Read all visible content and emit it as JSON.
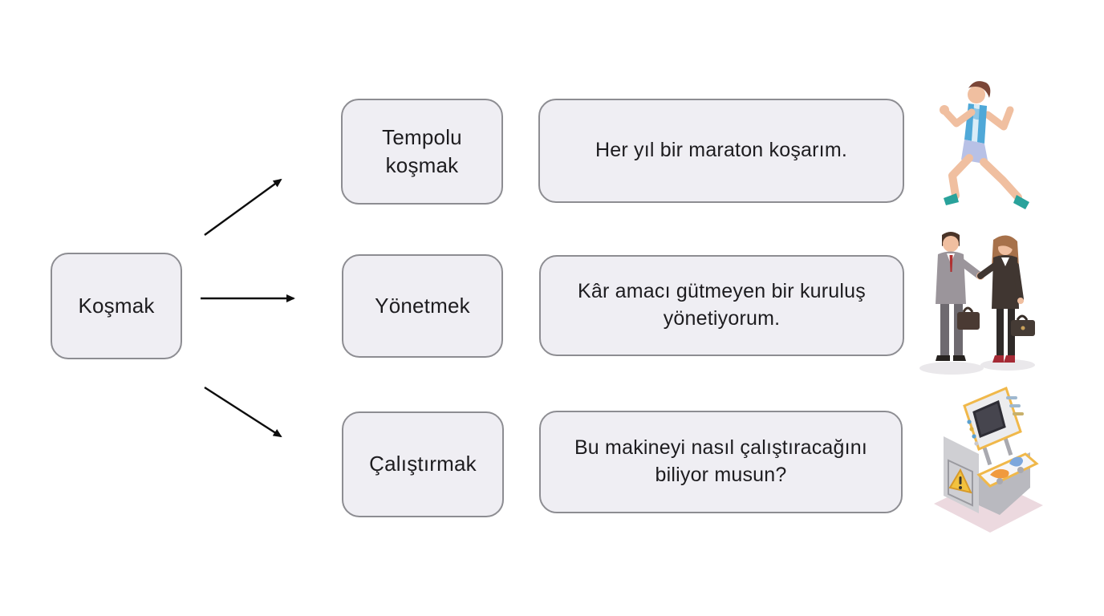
{
  "diagram": {
    "title_concept": "Koşmak verb meanings diagram",
    "root": {
      "label": "Koşmak"
    },
    "rows": [
      {
        "meaning": "Tempolu koşmak",
        "example": "Her yıl bir maraton koşarım.",
        "illustration": "runner-illustration"
      },
      {
        "meaning": "Yönetmek",
        "example": "Kâr amacı gütmeyen bir kuruluş yönetiyorum.",
        "illustration": "business-people-illustration"
      },
      {
        "meaning": "Çalıştırmak",
        "example": "Bu makineyi nasıl çalıştıracağını biliyor musun?",
        "illustration": "machine-illustration"
      }
    ],
    "colors": {
      "background": "#ffffff",
      "box_fill": "#efeef3",
      "box_border": "#8d8d92",
      "text": "#1d1c1f",
      "arrow": "#0d0d0d"
    }
  }
}
